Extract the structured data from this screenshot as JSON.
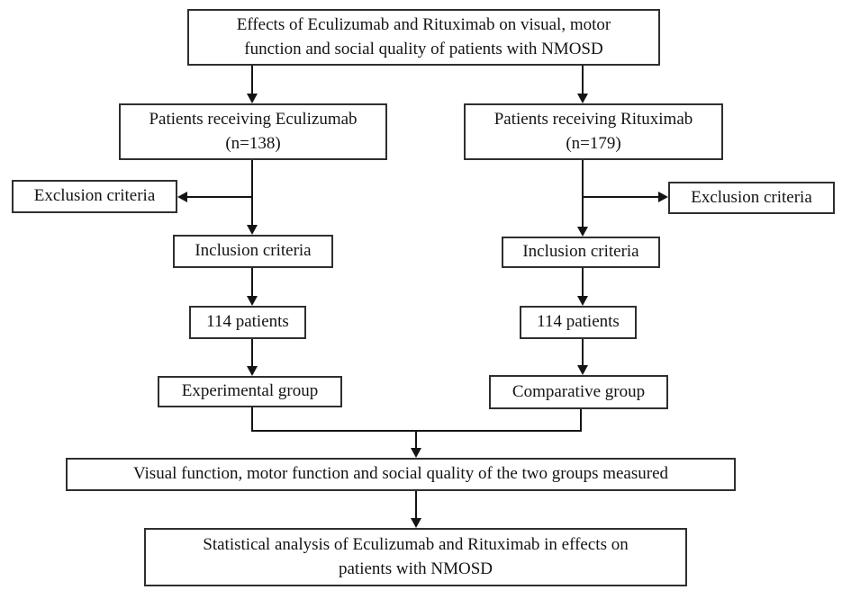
{
  "figure": {
    "type": "flowchart",
    "colors": {
      "background": "#ffffff",
      "box_border": "#2f2f2f",
      "line": "#141414",
      "text": "#141414"
    },
    "nodes": {
      "title": {
        "lines": [
          "Effects of Eculizumab and Rituximab on visual, motor",
          "function and social quality of patients with NMOSD"
        ]
      },
      "eculizumab_patients": {
        "lines": [
          "Patients receiving Eculizumab",
          "(n=138)"
        ]
      },
      "rituximab_patients": {
        "lines": [
          "Patients receiving Rituximab",
          "(n=179)"
        ]
      },
      "exclusion_left": {
        "lines": [
          "Exclusion criteria"
        ]
      },
      "exclusion_right": {
        "lines": [
          "Exclusion criteria"
        ]
      },
      "inclusion_left": {
        "lines": [
          "Inclusion criteria"
        ]
      },
      "inclusion_right": {
        "lines": [
          "Inclusion criteria"
        ]
      },
      "count_left": {
        "lines": [
          "114 patients"
        ]
      },
      "count_right": {
        "lines": [
          "114 patients"
        ]
      },
      "experimental_group": {
        "lines": [
          "Experimental group"
        ]
      },
      "comparative_group": {
        "lines": [
          "Comparative group"
        ]
      },
      "measured": {
        "lines": [
          "Visual function, motor function and social quality of the two groups measured"
        ]
      },
      "statistical": {
        "lines": [
          "Statistical analysis of Eculizumab and Rituximab in effects on",
          "patients with NMOSD"
        ]
      }
    },
    "edges": [
      "title -> eculizumab_patients",
      "title -> rituximab_patients",
      "eculizumab_patients -> exclusion_left",
      "eculizumab_patients -> inclusion_left",
      "rituximab_patients -> exclusion_right",
      "rituximab_patients -> inclusion_right",
      "inclusion_left -> count_left",
      "inclusion_right -> count_right",
      "count_left -> experimental_group",
      "count_right -> comparative_group",
      "experimental_group + comparative_group -> measured",
      "measured -> statistical"
    ]
  }
}
